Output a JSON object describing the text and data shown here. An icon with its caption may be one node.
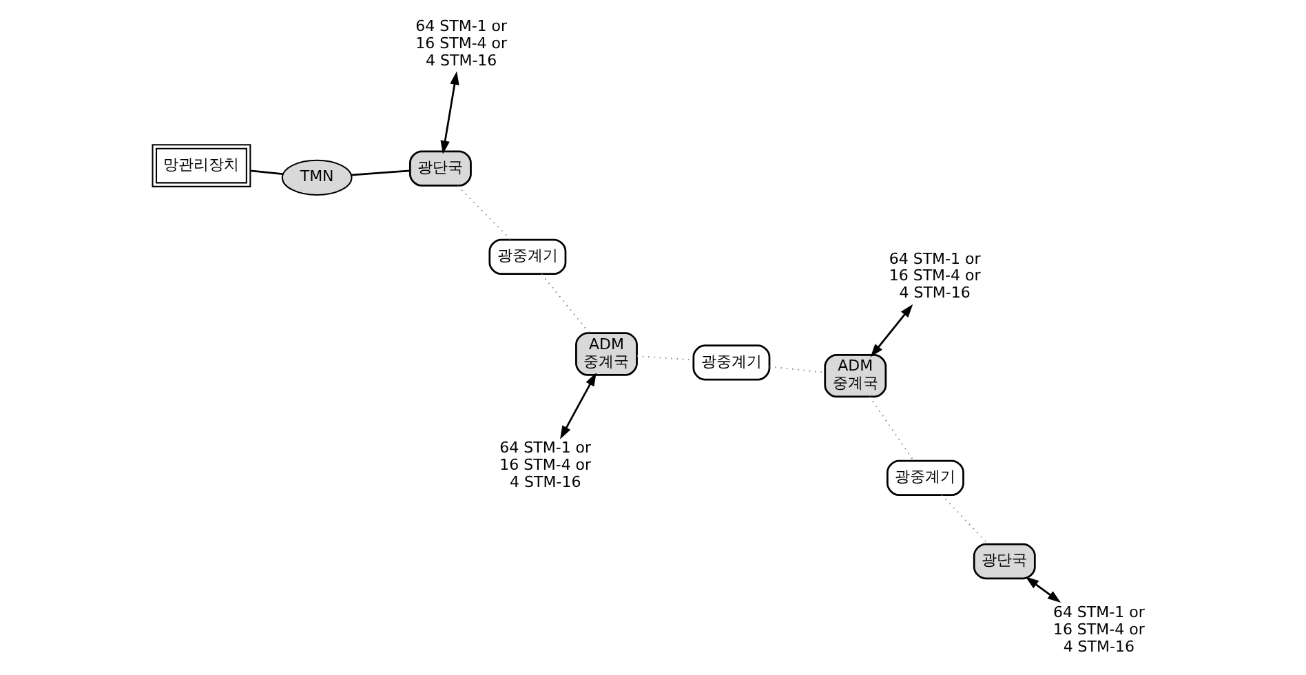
{
  "diagram": {
    "nodes": [
      {
        "text": [
          "64 STM-1 or 16 STM-4 or 4 STM-16"
        ]
      },
      {
        "text": [
          "ADM 중계국"
        ]
      },
      {
        "text": [
          "광중계기"
        ]
      },
      {
        "text": [
          "광중계기"
        ]
      },
      {
        "text": [
          "64 STM-1 or 16 STM-4 or 4 STM-16"
        ]
      },
      {
        "text": [
          "광단국"
        ]
      },
      {
        "text": [
          "ADM 중계국"
        ]
      },
      {
        "text": [
          "64 STM-1 or 16 STM-4 or 4 STM-16"
        ]
      },
      {
        "text": [
          "TMN"
        ]
      },
      {
        "text": [
          "광중계기"
        ]
      },
      {
        "text": [
          "광단국"
        ]
      },
      {
        "text": [
          "망관리장치"
        ]
      },
      {
        "text": [
          "64 STM-1 or 16 STM-4 or 4 STM-16"
        ]
      }
    ],
    "edges": [
      {
        "from": 0,
        "to": 1,
        "arrow": "both"
      },
      {
        "from": 5,
        "to": 2,
        "arrow": "none",
        "style": "dashed",
        "color": "#808080"
      },
      {
        "from": 2,
        "to": 1,
        "arrow": "none",
        "style": "dashed",
        "color": "#808080"
      },
      {
        "from": 1,
        "to": 3,
        "arrow": "none",
        "style": "dashed",
        "color": "#808080"
      },
      {
        "from": 3,
        "to": 6,
        "arrow": "none",
        "style": "dashed",
        "color": "#808080"
      },
      {
        "from": 6,
        "to": 9,
        "arrow": "none",
        "style": "dashed",
        "color": "#808080"
      },
      {
        "from": 9,
        "to": 10,
        "arrow": "none",
        "style": "dashed",
        "color": "#808080"
      },
      {
        "from": 4,
        "to": 5,
        "arrow": "both"
      },
      {
        "from": 6,
        "to": 7,
        "arrow": "both"
      },
      {
        "from": 10,
        "to": 12,
        "arrow": "both"
      },
      {
        "from": 5,
        "to": 8,
        "arrow": "none"
      },
      {
        "from": 8,
        "to": 11,
        "arrow": "none"
      }
    ]
  }
}
